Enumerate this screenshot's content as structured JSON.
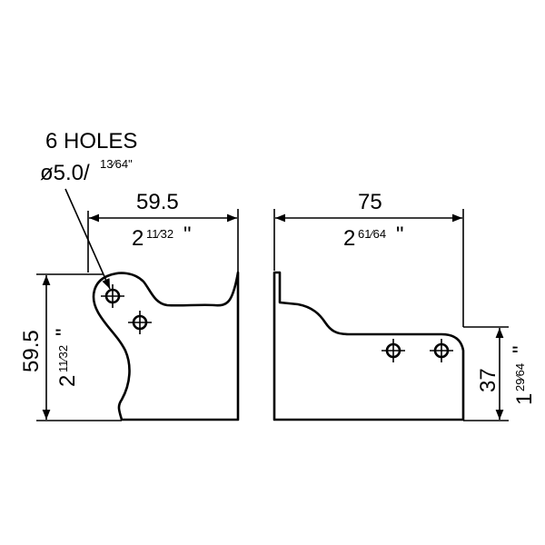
{
  "label": {
    "holes": "6 HOLES",
    "diameter_mm": "ø5.0/",
    "diameter_in": "13⁄64\""
  },
  "left_view": {
    "width_mm": "59.5",
    "width_in_whole": "2",
    "width_in_frac": "11⁄32",
    "width_in_mark": "\"",
    "height_mm": "59.5",
    "height_in_whole": "2",
    "height_in_frac": "11⁄32",
    "height_in_mark": "\""
  },
  "right_view": {
    "width_mm": "75",
    "width_in_whole": "2",
    "width_in_frac": "61⁄64",
    "width_in_mark": "\"",
    "height_mm": "37",
    "height_in_whole": "1",
    "height_in_frac": "29⁄64",
    "height_in_mark": "\""
  }
}
